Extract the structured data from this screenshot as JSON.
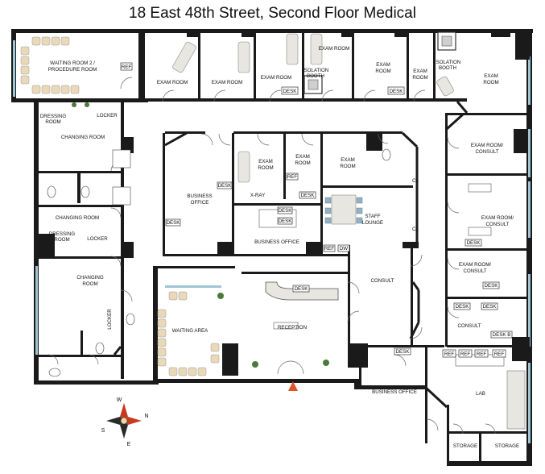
{
  "title": "18 East 48th Street, Second Floor Medical",
  "colors": {
    "wall": "#1a1a1a",
    "window": "#9fc4d6",
    "chair": "#e9d9b8",
    "plant": "#4a7a3a",
    "furniture": "#e8e6e0"
  },
  "rooms": {
    "waiting2": "WAITING ROOM 2 /",
    "waiting2b": "PROCEDURE ROOM",
    "exam1": "EXAM ROOM",
    "exam2": "EXAM ROOM",
    "exam3": "EXAM ROOM",
    "isolation1": "ISOLATION",
    "isolation1b": "BOOTH",
    "exam4": "EXAM ROOM",
    "exam5": "EXAM",
    "exam5b": "ROOM",
    "exam6": "EXAM",
    "exam6b": "ROOM",
    "isolation2": "ISOLATION",
    "isolation2b": "BOOTH",
    "exam7": "EXAM",
    "exam7b": "ROOM",
    "dressing1": "DRESSING",
    "dressing1b": "ROOM",
    "locker1": "LOCKER",
    "changing1": "CHANGING ROOM",
    "changing2": "CHANGING ROOM",
    "dressing2": "DRESSING",
    "dressing2b": "ROOM",
    "locker2": "LOCKER",
    "changing3": "CHANGING",
    "changing3b": "ROOM",
    "locker3": "LOCKER",
    "business1": "BUSINESS",
    "business1b": "OFFICE",
    "exam8": "EXAM",
    "exam8b": "ROOM",
    "xray": "X-RAY",
    "exam9": "EXAM",
    "exam9b": "ROOM",
    "exam10": "EXAM",
    "exam10b": "ROOM",
    "business2": "BUSINESS OFFICE",
    "staff": "STAFF",
    "staffb": "LOUNGE",
    "examconsult1": "EXAM ROOM/",
    "examconsult1b": "CONSULT",
    "examconsult2": "EXAM ROOM/",
    "examconsult2b": "CONSULT",
    "examconsult3": "EXAM ROOM/",
    "examconsult3b": "CONSULT",
    "consult1": "CONSULT",
    "consult2": "CONSULT",
    "waitingarea": "WAITING AREA",
    "reception": "RECEPTION",
    "business3": "BUSINESS OFFICE",
    "lab": "LAB",
    "storage1": "STORAGE",
    "storage2": "STORAGE"
  },
  "tags": {
    "ref": "REF",
    "desk": "DESK",
    "cl": "CL",
    "dw": "DW",
    "deskb": "DESK B"
  },
  "compass": {
    "n": "N",
    "s": "S",
    "e": "E",
    "w": "W"
  }
}
